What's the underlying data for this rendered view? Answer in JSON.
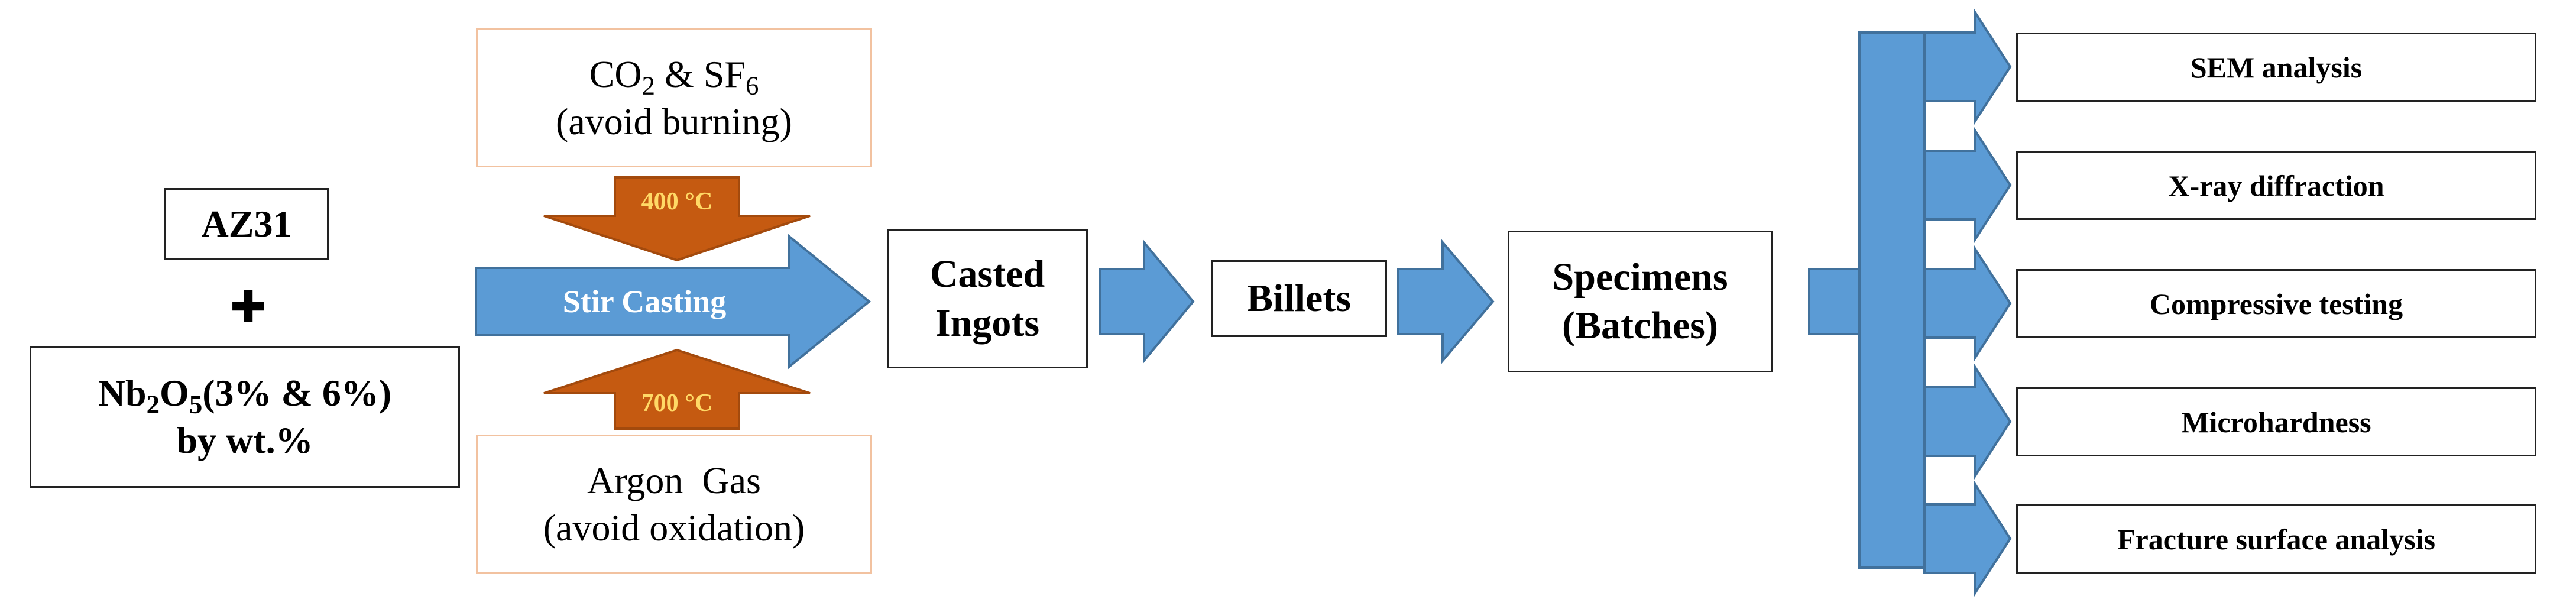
{
  "inputs": {
    "alloy": "AZ31",
    "plus_symbol": "✚",
    "reinforcement": {
      "formula_nb": "Nb",
      "formula_nb_sub": "2",
      "formula_o": "O",
      "formula_o_sub": "5",
      "formula_rest": "(3% & 6%)",
      "line2": "by wt.%"
    }
  },
  "atmosphere_top": {
    "co2_main": "CO",
    "co2_sub": "2",
    "amp": "&",
    "sf6_main": "SF",
    "sf6_sub": "6",
    "line2": "(avoid burning)",
    "temperature": "400 °C"
  },
  "atmosphere_bottom": {
    "line1": "Argon  Gas",
    "line2": "(avoid oxidation)",
    "temperature": "700 °C"
  },
  "process": {
    "stir_casting": "Stir Casting",
    "ingots_line1": "Casted",
    "ingots_line2": "Ingots",
    "billets": "Billets",
    "specimens_line1": "Specimens",
    "specimens_line2": "(Batches)"
  },
  "tests": [
    "SEM analysis",
    "X-ray diffraction",
    "Compressive testing",
    "Microhardness",
    "Fracture surface analysis"
  ],
  "colors": {
    "blue": "#5b9bd5",
    "blue_border": "#41719c",
    "orange": "#c55a11",
    "orange_border": "#a34a0d",
    "temp_text": "#ffd966",
    "light_orange_border": "#f2c2a0"
  }
}
